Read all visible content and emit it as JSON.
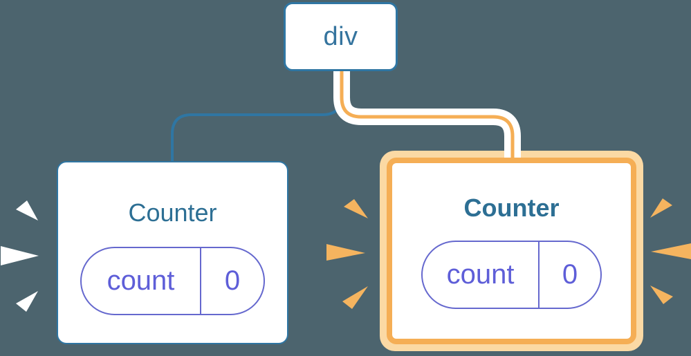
{
  "diagram": {
    "description": "Component tree: div root with two Counter children holding count state; right Counter highlighted as re-rendering",
    "root": {
      "label": "div"
    },
    "children": [
      {
        "title": "Counter",
        "state_key": "count",
        "state_value": "0",
        "highlighted": false
      },
      {
        "title": "Counter",
        "state_key": "count",
        "state_value": "0",
        "highlighted": true
      }
    ]
  },
  "colors": {
    "background": "#4C646E",
    "node_border_blue": "#2F76A3",
    "node_label_blue": "#35749E",
    "title_blue": "#2D6F94",
    "pill_purple": "#6568CE",
    "pill_text_purple": "#5E5ED8",
    "highlight_orange": "#F5AE55",
    "highlight_orange_light": "#FBD9A4",
    "spark_white": "#FFFFFF"
  }
}
